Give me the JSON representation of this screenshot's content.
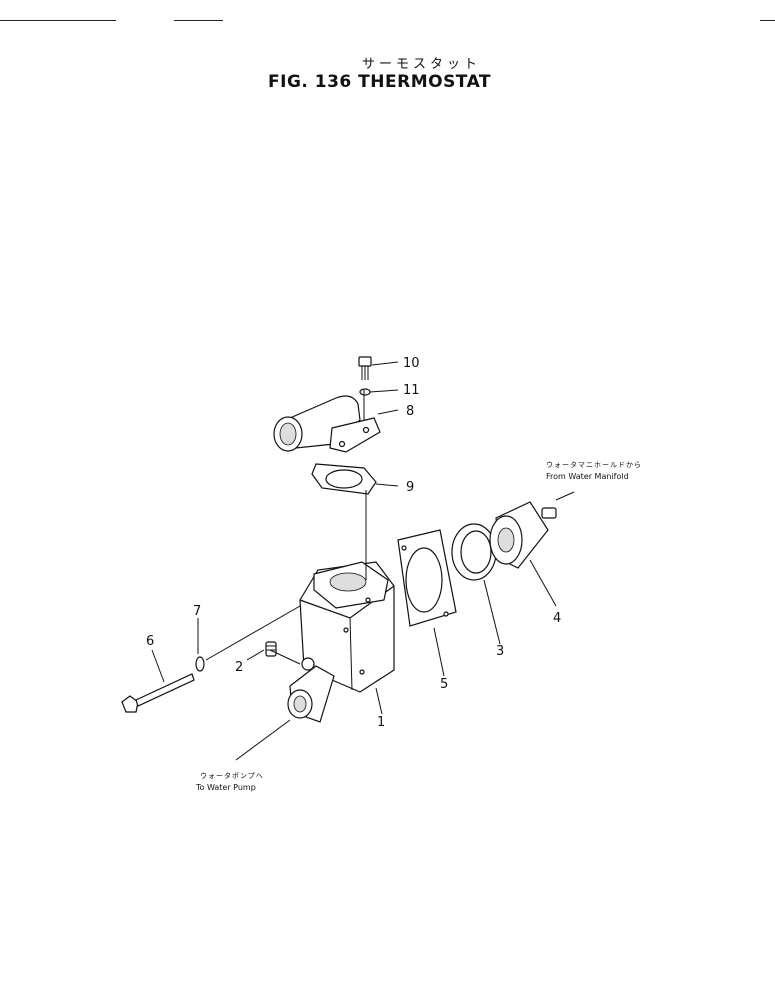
{
  "header": {
    "title_jp": "サーモスタット",
    "title_en": "FIG. 136  THERMOSTAT"
  },
  "callouts": [
    {
      "id": "1",
      "label": "1"
    },
    {
      "id": "2",
      "label": "2"
    },
    {
      "id": "3",
      "label": "3"
    },
    {
      "id": "4",
      "label": "4"
    },
    {
      "id": "5",
      "label": "5"
    },
    {
      "id": "6",
      "label": "6"
    },
    {
      "id": "7",
      "label": "7"
    },
    {
      "id": "8",
      "label": "8"
    },
    {
      "id": "9",
      "label": "9"
    },
    {
      "id": "10",
      "label": "10"
    },
    {
      "id": "11",
      "label": "11"
    }
  ],
  "notes": {
    "manifold_jp": "ウォータマニホールドから",
    "manifold_en": "From  Water  Manifold",
    "pump_jp": "ウォータポンプへ",
    "pump_en": "To  Water  Pump"
  }
}
